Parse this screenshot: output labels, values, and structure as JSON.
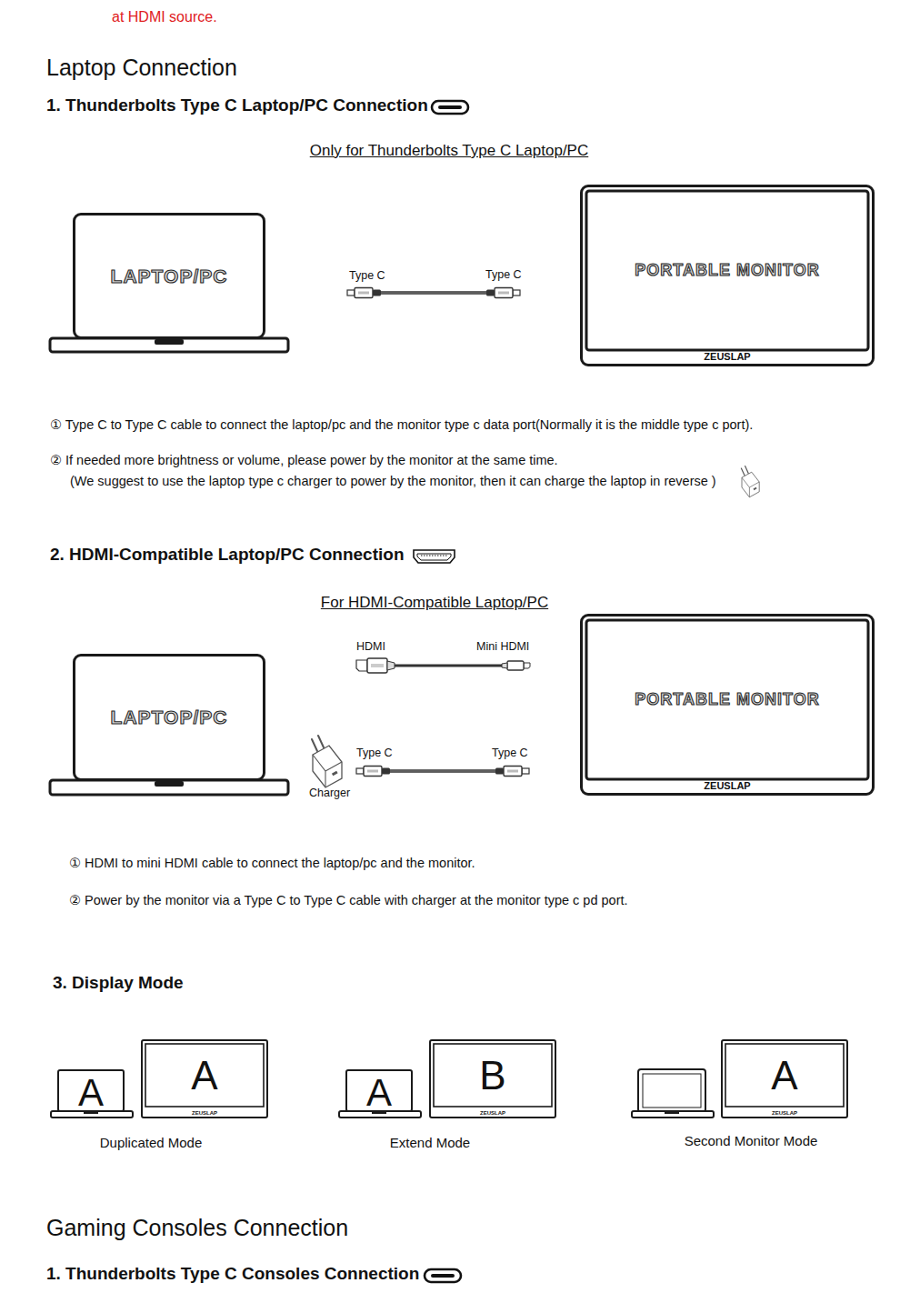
{
  "diagram": {
    "nodes": [
      {
        "text": [
          "LAPTOP/PC"
        ]
      },
      {
        "text": [
          "PORTABLE MONITOR",
          "ZEUSLAP"
        ]
      },
      {
        "text": [
          "LAPTOP/PC"
        ]
      },
      {
        "text": [
          "PORTABLE MONITOR",
          "ZEUSLAP"
        ]
      },
      {
        "text": [
          "A"
        ]
      },
      {
        "text": [
          "A",
          "ZEUSLAP"
        ]
      },
      {
        "text": [
          "A"
        ]
      },
      {
        "text": [
          "B",
          "ZEUSLAP"
        ]
      },
      {
        "text": [
          "A",
          "ZEUSLAP"
        ]
      }
    ],
    "labels": [
      "at HDMI source.",
      "Laptop Connection",
      "1. Thunderbolts Type C Laptop/PC Connection",
      "Only for Thunderbolts Type C Laptop/PC",
      "Type C",
      "Type C",
      "① Type C to Type C cable to connect the laptop/pc and the monitor type c data port(Normally it is the middle type c port).",
      "② If needed more brightness or volume, please power by the monitor at the same time.",
      "(We suggest to use the laptop type c charger to power by the monitor, then it can charge the laptop in reverse )",
      "2. HDMI-Compatible Laptop/PC Connection",
      "For HDMI-Compatible Laptop/PC",
      "HDMI",
      "Mini HDMI",
      "Charger",
      "Type C",
      "Type C",
      "① HDMI to mini HDMI cable to connect the laptop/pc and the monitor.",
      "② Power by the monitor via a Type C to Type C cable with charger at the monitor type c pd port.",
      "3. Display Mode",
      "Duplicated Mode",
      "Extend Mode",
      "Second Monitor Mode",
      "Gaming Consoles Connection",
      "1. Thunderbolts Type C Consoles Connection"
    ]
  }
}
